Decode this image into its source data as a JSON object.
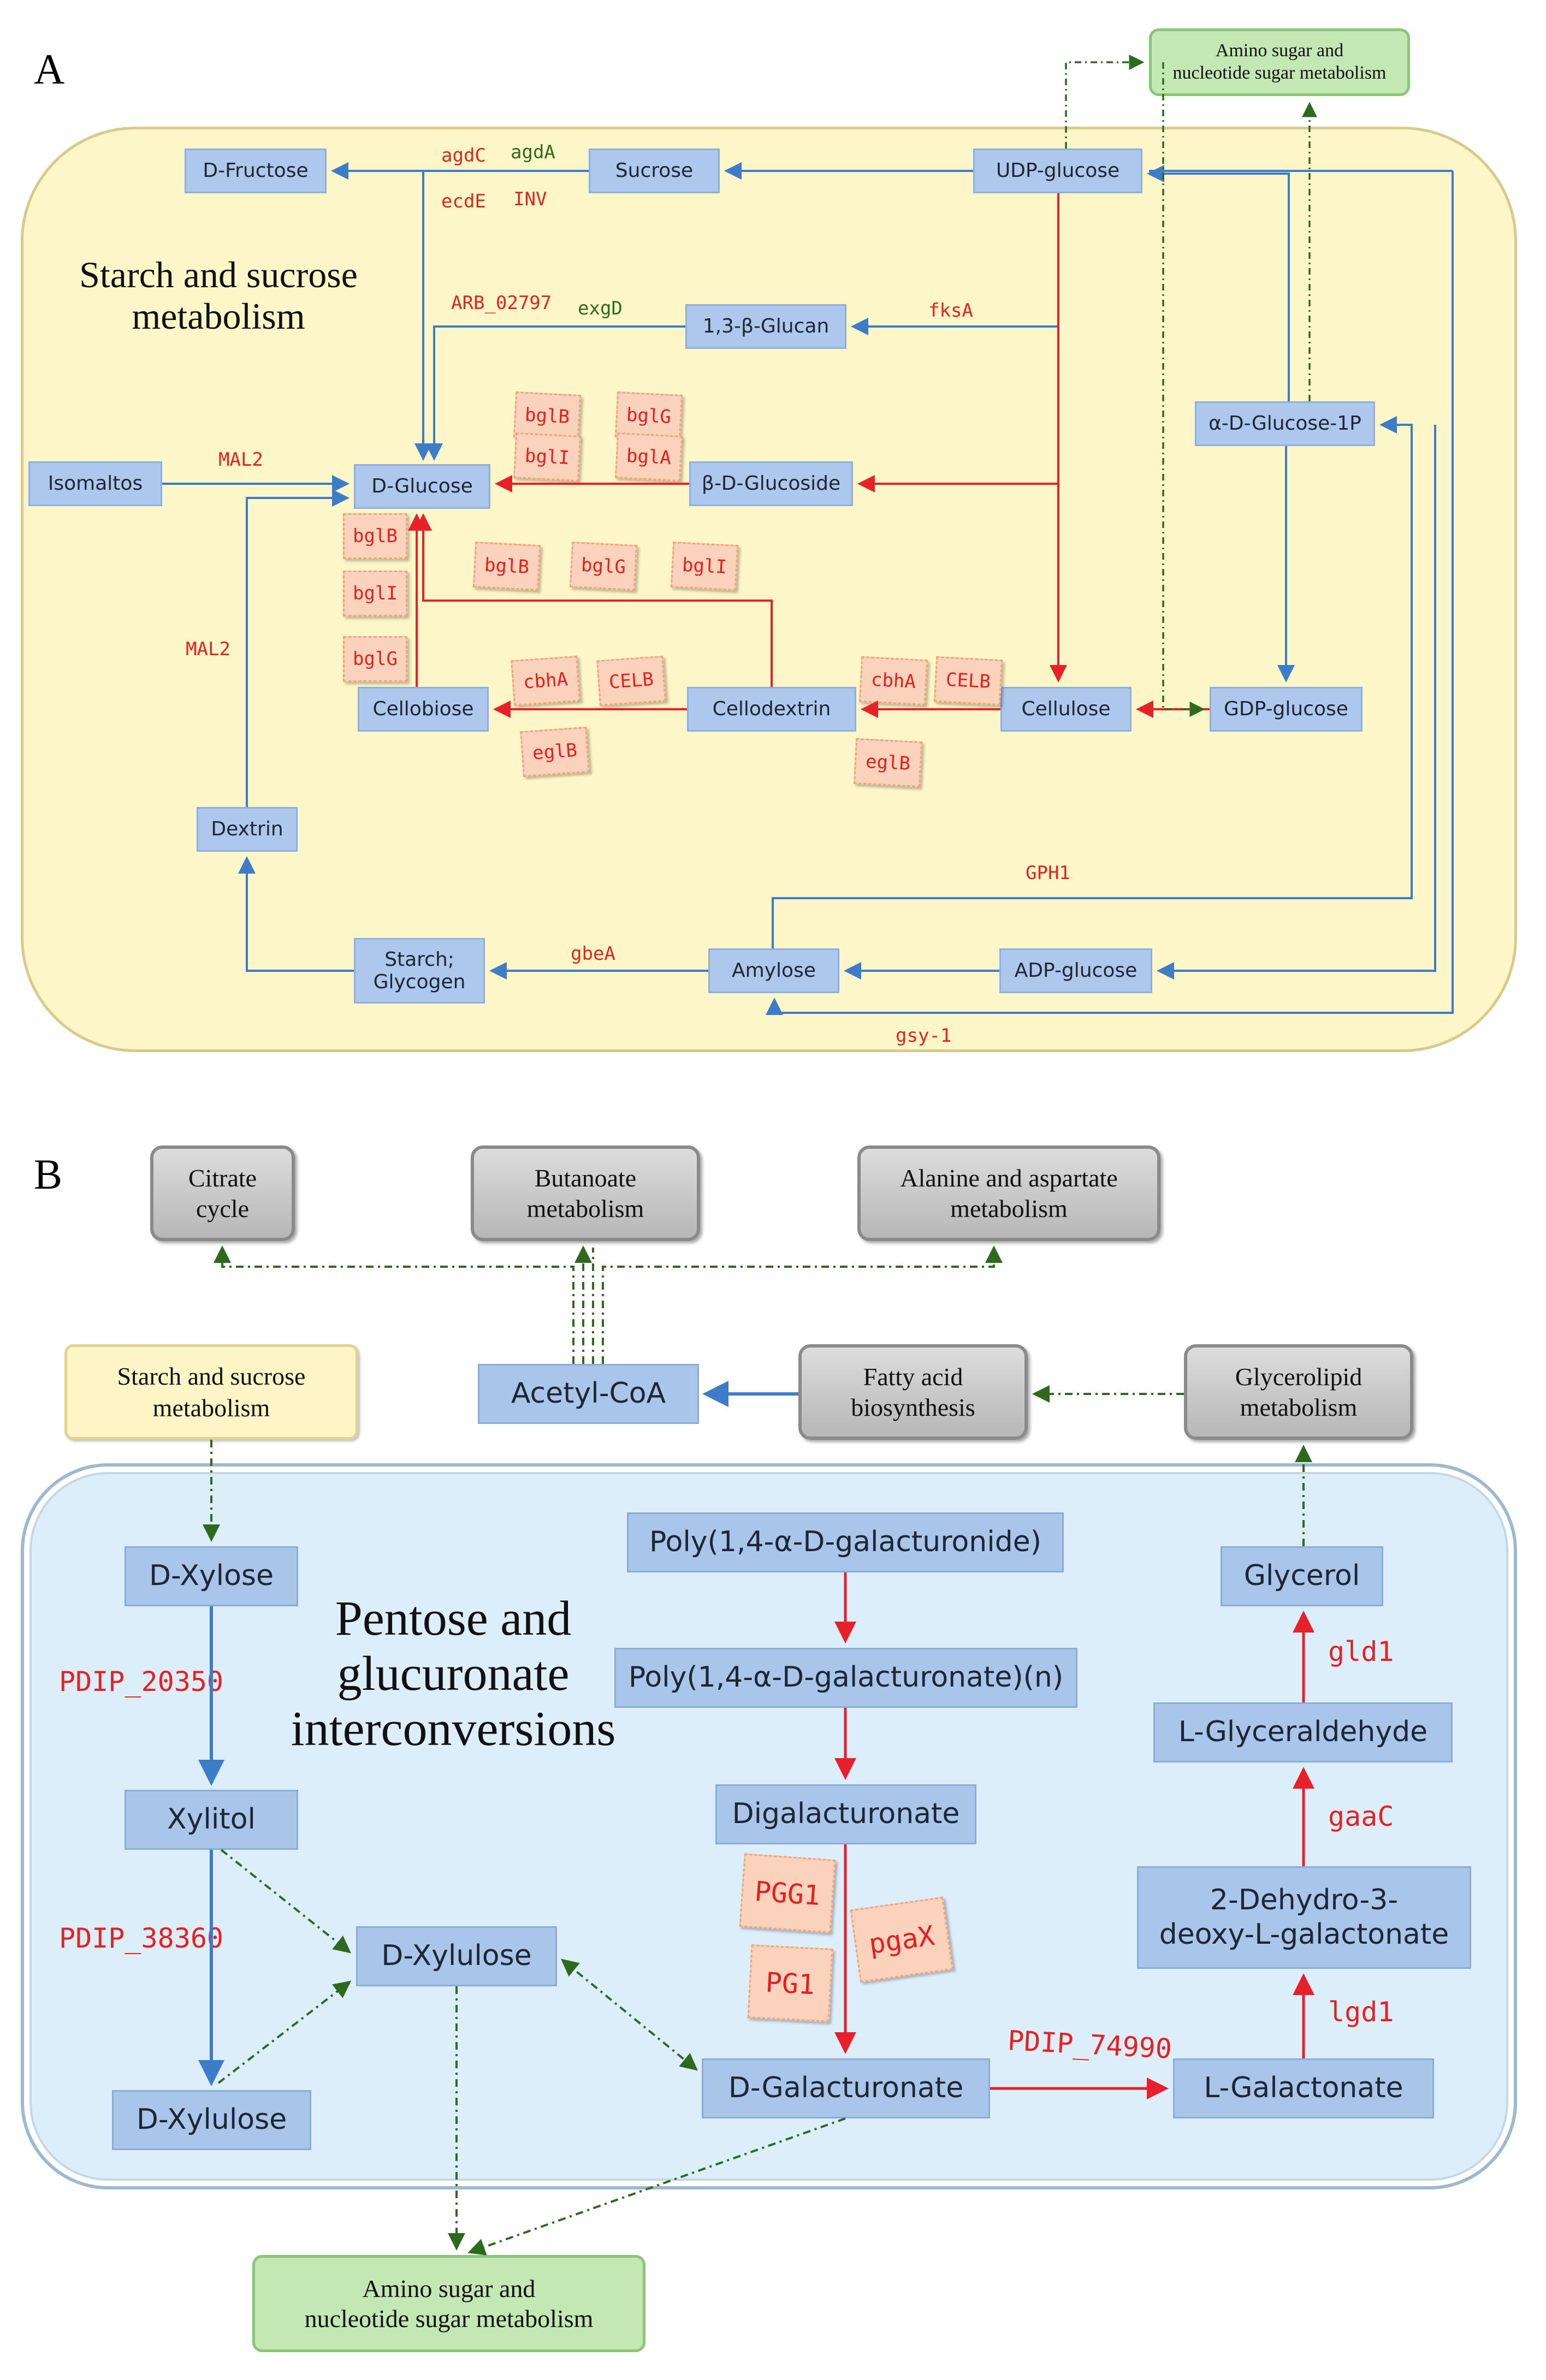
{
  "panels": {
    "a": "A",
    "b": "B"
  },
  "panel_a": {
    "title": "Starch and sucrose\nmetabolism",
    "nodes": {
      "d_fructose": "D-Fructose",
      "sucrose": "Sucrose",
      "udp_glucose": "UDP-glucose",
      "glucan": "1,3-β-Glucan",
      "alpha_glucose_1p": "α-D-Glucose-1P",
      "isomaltos": "Isomaltos",
      "d_glucose": "D-Glucose",
      "beta_glucoside": "β-D-Glucoside",
      "cellobiose": "Cellobiose",
      "cellodextrin": "Cellodextrin",
      "cellulose": "Cellulose",
      "gdp_glucose": "GDP-glucose",
      "dextrin": "Dextrin",
      "starch_glycogen": "Starch;\nGlycogen",
      "amylose": "Amylose",
      "adp_glucose": "ADP-glucose",
      "amino_sugar": "Amino sugar and\nnucleotide sugar metabolism"
    },
    "enzymes": {
      "agdC": "agdC",
      "agdA": "agdA",
      "ecdE": "ecdE",
      "INV": "INV",
      "ARB": "ARB_02797",
      "exgD": "exgD",
      "fksA": "fksA",
      "MAL2_top": "MAL2",
      "MAL2_left": "MAL2",
      "GPH1": "GPH1",
      "gbeA": "gbeA",
      "gsy1": "gsy-1"
    },
    "tags": {
      "bglB_1": "bglB",
      "bglG_1": "bglG",
      "bglI_1": "bglI",
      "bglA_1": "bglA",
      "bglB_2": "bglB",
      "bglI_2": "bglI",
      "bglG_2": "bglG",
      "bglB_3": "bglB",
      "bglG_3": "bglG",
      "bglI_3": "bglI",
      "cbhA_1": "cbhA",
      "CELB_1": "CELB",
      "eglB_1": "eglB",
      "cbhA_2": "cbhA",
      "CELB_2": "CELB",
      "eglB_2": "eglB"
    }
  },
  "panel_b": {
    "title": "Pentose and\nglucuronate\ninterconversions",
    "pathways": {
      "citrate": "Citrate\ncycle",
      "butanoate": "Butanoate\nmetabolism",
      "alanine": "Alanine and aspartate\nmetabolism",
      "fatty_acid": "Fatty acid\nbiosynthesis",
      "glycerolipid": "Glycerolipid\nmetabolism",
      "starch_sucrose": "Starch and sucrose\nmetabolism",
      "amino_sugar": "Amino sugar and\nnucleotide sugar metabolism"
    },
    "nodes": {
      "acetyl_coa": "Acetyl-CoA",
      "d_xylose": "D-Xylose",
      "xylitol": "Xylitol",
      "d_xylulose_center": "D-Xylulose",
      "d_xylulose_bottom": "D-Xylulose",
      "poly_galacturonide": "Poly(1,4-α-D-galacturonide)",
      "poly_galacturonate": "Poly(1,4-α-D-galacturonate)(n)",
      "digalacturonate": "Digalacturonate",
      "d_galacturonate": "D-Galacturonate",
      "l_galactonate": "L-Galactonate",
      "dehydro": "2-Dehydro-3-\ndeoxy-L-galactonate",
      "l_glyceraldehyde": "L-Glyceraldehyde",
      "glycerol": "Glycerol"
    },
    "enzymes": {
      "pdip20350": "PDIP_20350",
      "pdip38360": "PDIP_38360",
      "pdip74990": "PDIP_74990",
      "lgd1": "lgd1",
      "gaaC": "gaaC",
      "gld1": "gld1"
    },
    "tags": {
      "PGG1": "PGG1",
      "PG1": "PG1",
      "pgaX": "pgaX"
    }
  },
  "colors": {
    "reaction_blue": "#3d7cc9",
    "reaction_red": "#e8202a",
    "link_green": "#2e6a1e",
    "enzyme_red": "#e52222",
    "enzyme_green": "#2f6b1f"
  }
}
